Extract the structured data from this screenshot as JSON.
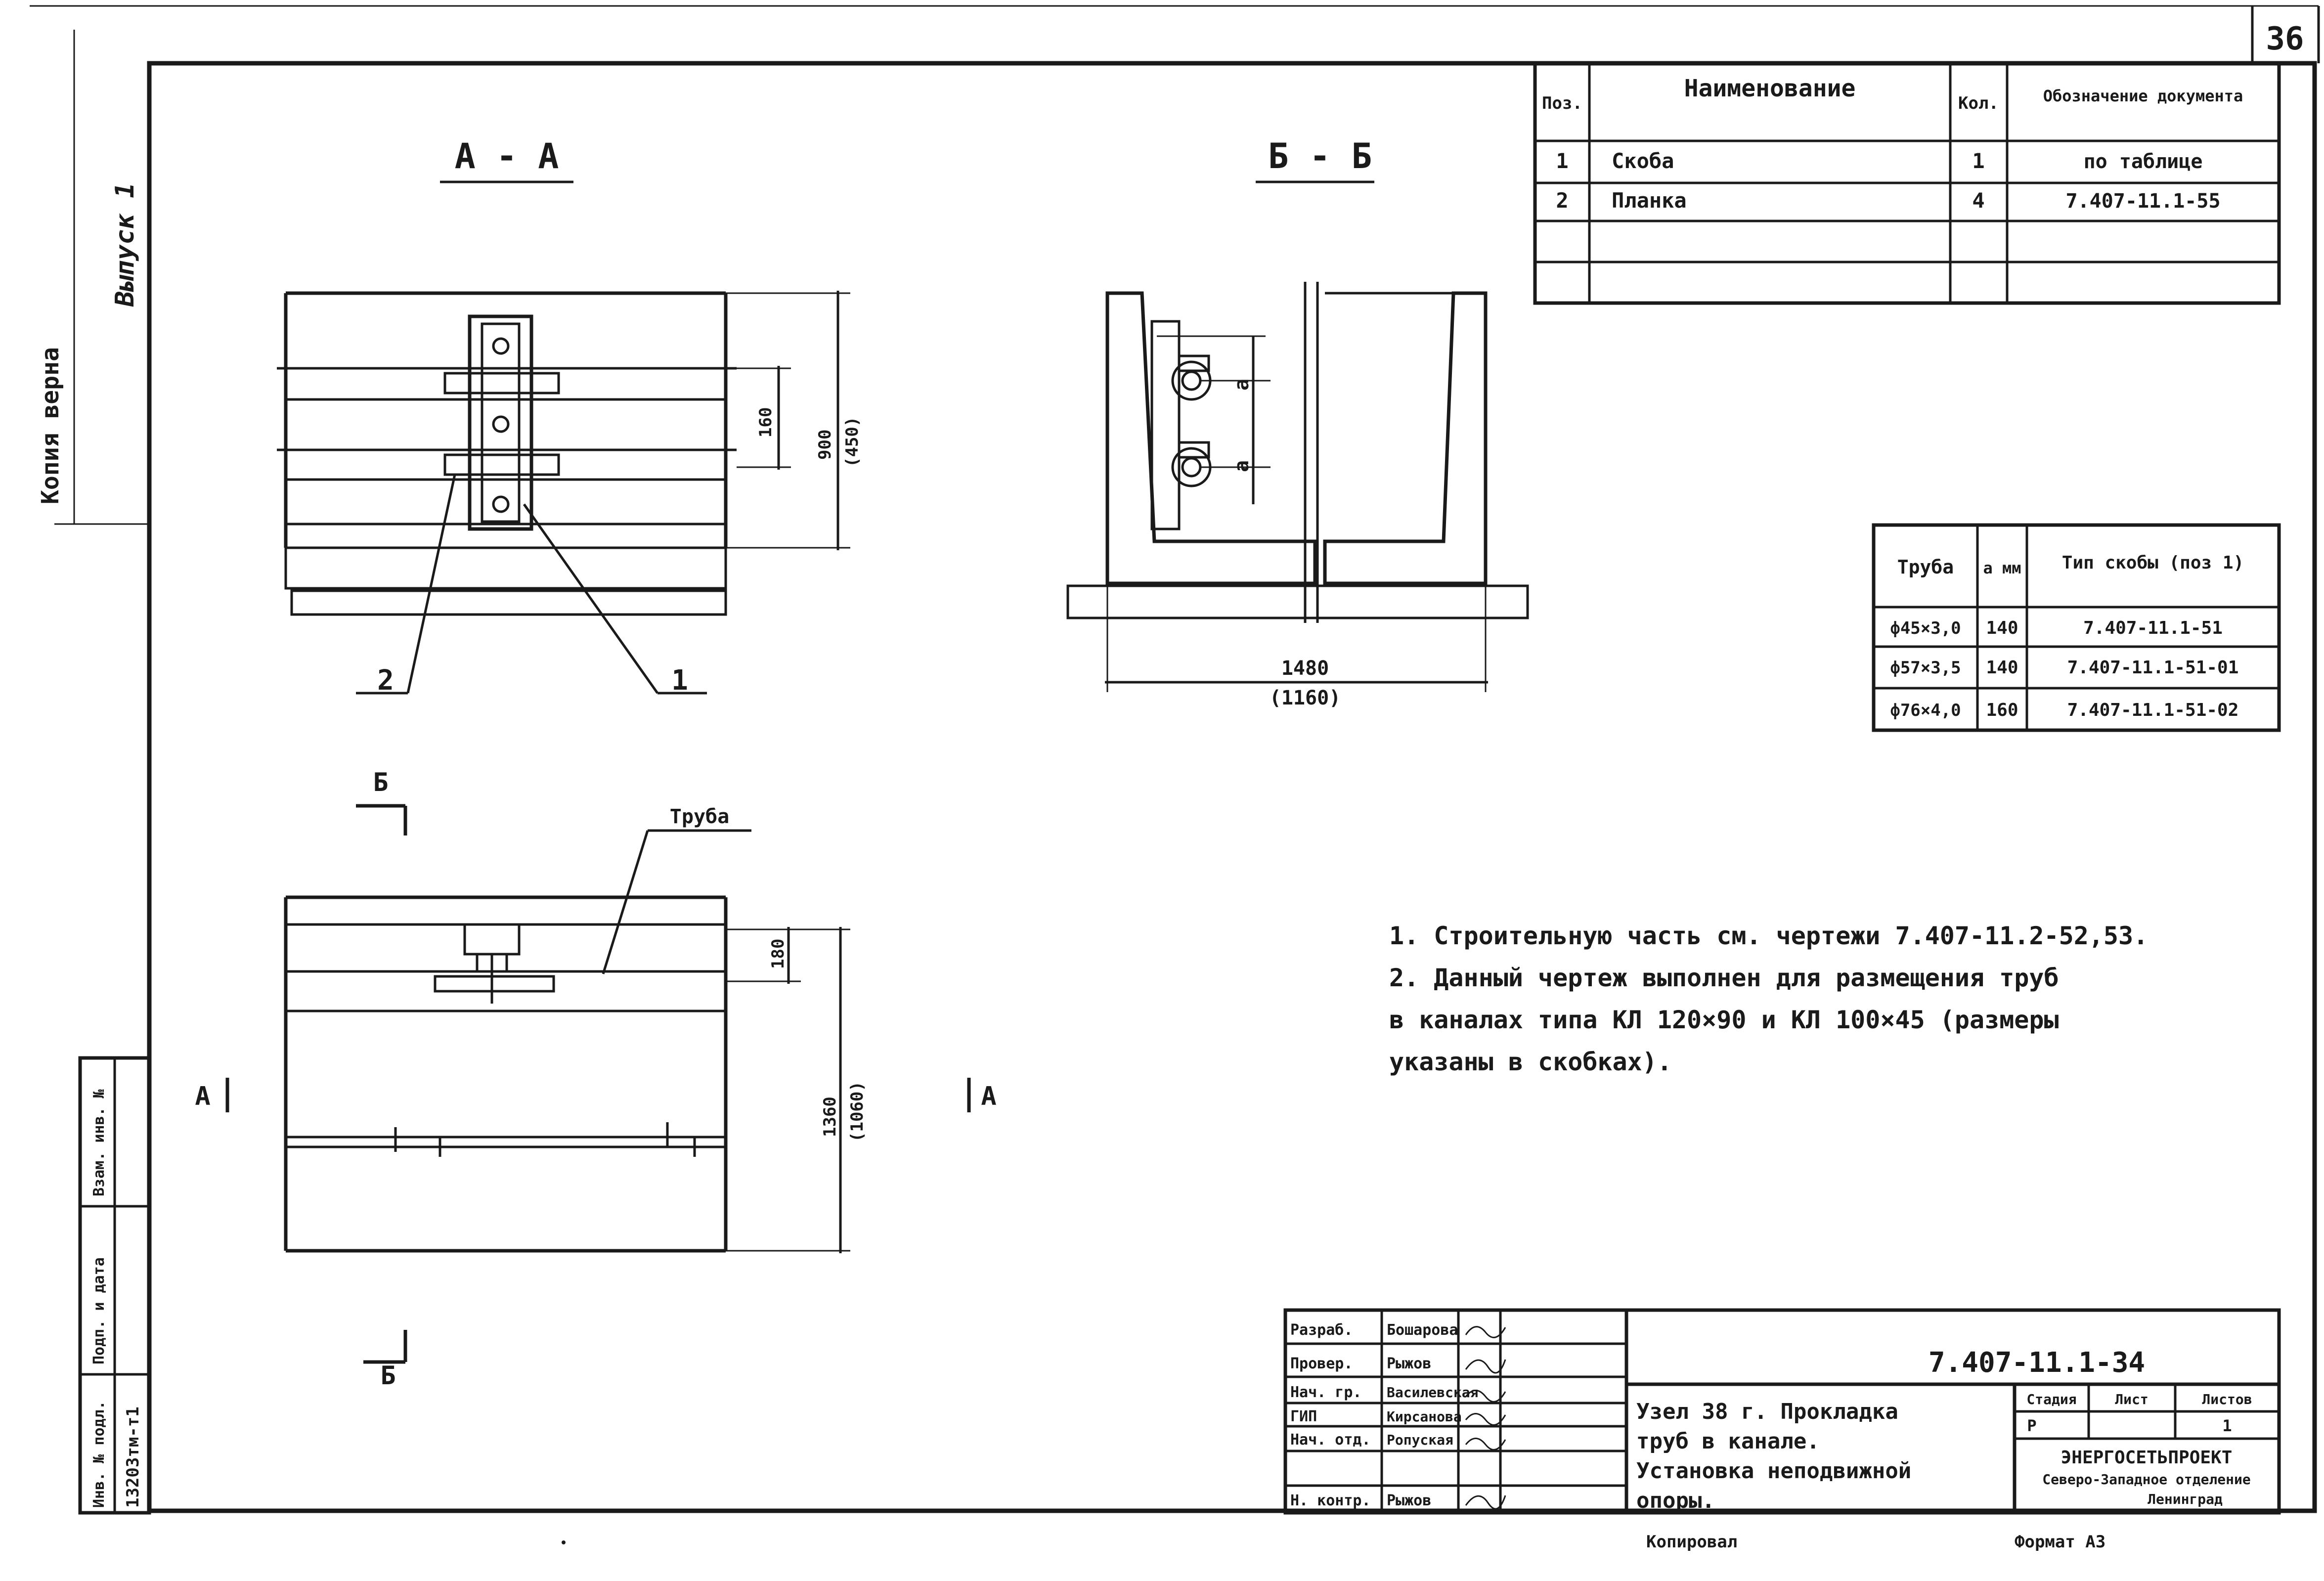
{
  "sheet_number": "36",
  "side_notes": {
    "approved_line": "Копия верна",
    "issue": "Выпуск 1"
  },
  "side_stamp": {
    "inv_no_label": "Инв. № подл.",
    "inv_no_value": "13203тм-т1",
    "sign_date_label": "Подп. и дата",
    "inv_replace_label": "Взам. инв. №"
  },
  "views": {
    "section_aa": "А - А",
    "section_bb": "Б - Б",
    "marker_a": "А",
    "marker_b": "Б",
    "pos_label_1": "1",
    "pos_label_2": "2",
    "pipe_label": "Труба"
  },
  "dimensions": {
    "d160": "160",
    "d900": "900",
    "d450": "(450)",
    "da": "a",
    "d1480": "1480",
    "d1160": "(1160)",
    "d180": "180",
    "d1360": "1360",
    "d1060": "(1060)"
  },
  "spec_table": {
    "headers": [
      "Поз.",
      "Наименование",
      "Кол.",
      "Обозначение документа"
    ],
    "rows": [
      [
        "1",
        "Скоба",
        "1",
        "по таблице"
      ],
      [
        "2",
        "Планка",
        "4",
        "7.407-11.1-55"
      ],
      [
        "",
        "",
        "",
        ""
      ],
      [
        "",
        "",
        "",
        ""
      ]
    ]
  },
  "pipe_table": {
    "headers": [
      "Труба",
      "a мм",
      "Тип скобы (поз 1)"
    ],
    "rows": [
      [
        "ф45×3,0",
        "140",
        "7.407-11.1-51"
      ],
      [
        "ф57×3,5",
        "140",
        "7.407-11.1-51-01"
      ],
      [
        "ф76×4,0",
        "160",
        "7.407-11.1-51-02"
      ]
    ]
  },
  "notes": [
    "1. Строительную часть см. чертежи 7.407-11.2-52,53.",
    "2. Данный чертеж выполнен для размещения труб",
    "в каналах типа КЛ 120×90 и КЛ 100×45 (размеры",
    "указаны в скобках)."
  ],
  "title_block": {
    "roles": [
      {
        "role": "Разраб.",
        "name": "Бошарова"
      },
      {
        "role": "Провер.",
        "name": "Рыжов"
      },
      {
        "role": "Нач. гр.",
        "name": "Василевская"
      },
      {
        "role": "ГИП",
        "name": "Кирсанова"
      },
      {
        "role": "Нач. отд.",
        "name": "Ропуская"
      },
      {
        "role": "Н. контр.",
        "name": "Рыжов"
      }
    ],
    "doc_code": "7.407-11.1-34",
    "title_lines": [
      "Узел 38 г. Прокладка",
      "труб в канале.",
      "Установка неподвижной",
      "опоры."
    ],
    "stage_label": "Стадия",
    "sheet_label": "Лист",
    "sheets_label": "Листов",
    "stage_value": "Р",
    "sheets_value": "1",
    "org_lines": [
      "ЭНЕРГОСЕТЬПРОЕКТ",
      "Северо-Западное отделение",
      "Ленинград"
    ]
  },
  "footer": {
    "copied": "Копировал",
    "format": "Формат А3"
  }
}
